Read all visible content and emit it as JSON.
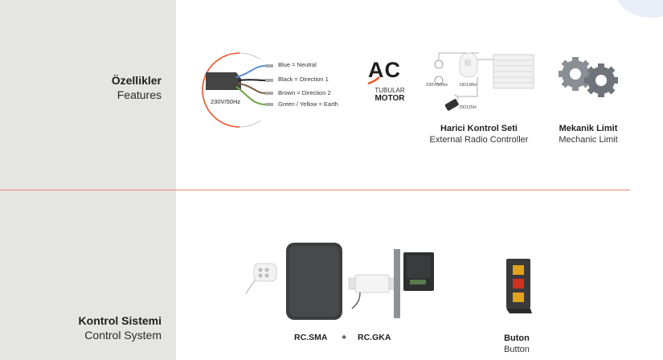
{
  "features": {
    "label_tr": "Özellikler",
    "label_en": "Features",
    "motor_voltage": "230V/50Hz",
    "wires": [
      "Blue = Neutral",
      "Black = Direction 1",
      "Brown = Direction 2",
      "Green / Yellow = Earth"
    ],
    "ac_logo": {
      "big": "AC",
      "line1": "TUBULAR",
      "line2": "MOTOR"
    },
    "external": {
      "voltage": "230V/50Hz",
      "receiver_code": "DD136H",
      "remote_code": "DD115H",
      "title_tr": "Harici Kontrol Seti",
      "title_en": "External Radio Controller"
    },
    "mechanic": {
      "title_tr": "Mekanik Limit",
      "title_en": "Mechanic Limit"
    }
  },
  "control": {
    "label_tr": "Kontrol Sistemi",
    "label_en": "Control System",
    "rc_sma": "RC.SMA",
    "plus": "+",
    "rc_gka": "RC.GKA",
    "button_tr": "Buton",
    "button_en": "Button"
  },
  "colors": {
    "accent": "#e8542a",
    "divider": "#f0826a",
    "left_bg": "#e5e5e3"
  }
}
